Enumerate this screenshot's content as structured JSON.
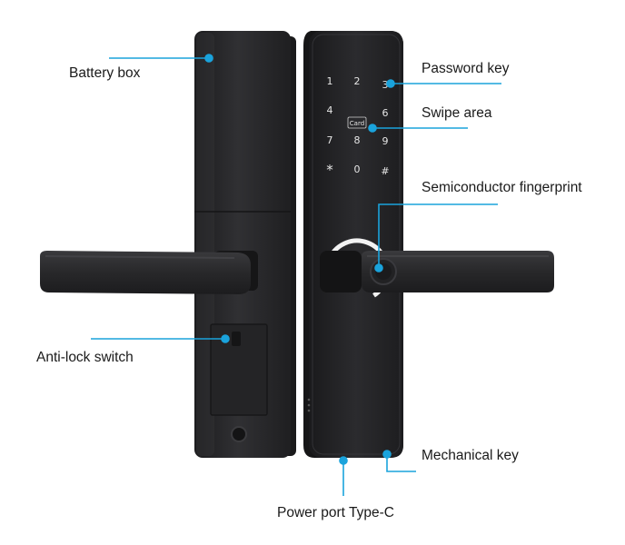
{
  "labels": {
    "battery_box": "Battery box",
    "password_key": "Password key",
    "swipe_area": "Swipe area",
    "semiconductor_fingerprint": "Semiconductor fingerprint",
    "anti_lock_switch": "Anti-lock switch",
    "mechanical_key": "Mechanical key",
    "power_port": "Power port Type-C"
  },
  "keypad": {
    "keys": [
      "1",
      "2",
      "3",
      "4",
      "",
      "6",
      "7",
      "8",
      "9",
      "*",
      "0",
      "#"
    ],
    "card_text": "Card"
  },
  "colors": {
    "accent": "#1aa3dc",
    "lock_body": "#2a2a2c",
    "label_text": "#1a1a1a"
  }
}
